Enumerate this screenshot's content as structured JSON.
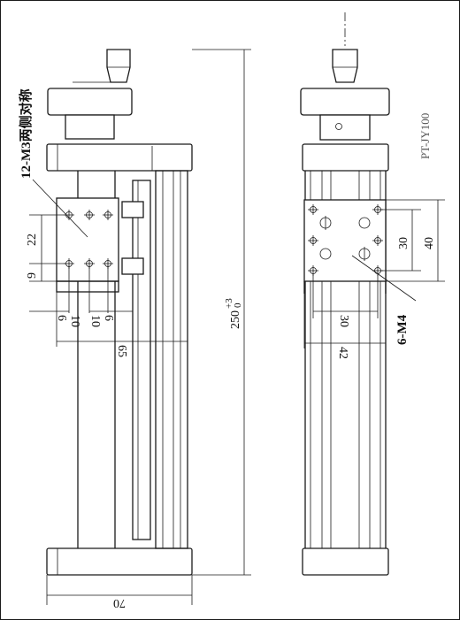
{
  "side_view": {
    "hole_note": "12-M3两侧对称",
    "dims": {
      "d22": "22",
      "d9": "9",
      "d6": "6",
      "d10a": "10",
      "d10b": "10",
      "d6b": "6",
      "d65": "65",
      "d250": "250",
      "d250_tol_upper": "+3",
      "d250_tol_lower": "0",
      "d70": "70"
    }
  },
  "front_view": {
    "model": "PT-JY100",
    "hole_note": "6-M4",
    "dims": {
      "d30h": "30",
      "d40": "40",
      "d30w": "30",
      "d42": "42"
    }
  }
}
